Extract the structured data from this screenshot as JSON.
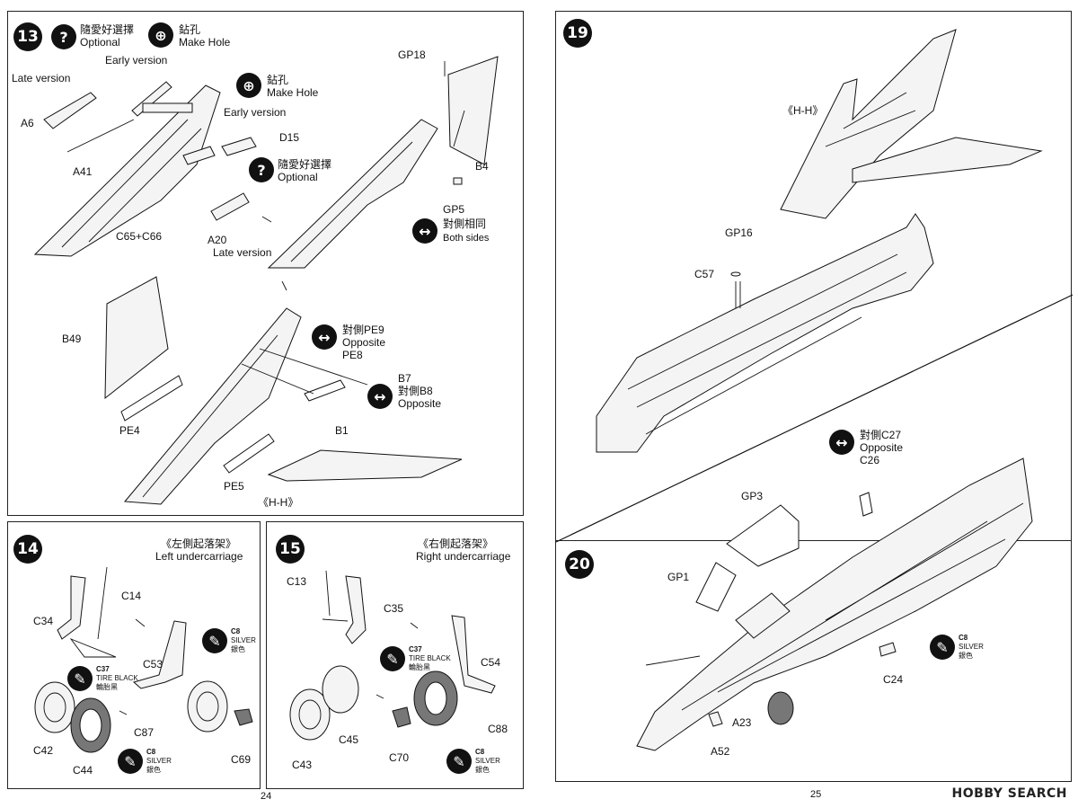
{
  "steps": {
    "s13": {
      "number": "13",
      "optional_1_zh": "隨愛好選擇",
      "optional_1_en": "Optional",
      "make_hole_1_zh": "鉆孔",
      "make_hole_1_en": "Make Hole",
      "make_hole_2_zh": "鉆孔",
      "make_hole_2_en": "Make Hole",
      "early_version_1": "Early version",
      "early_version_2": "Early version",
      "late_version_1": "Late version",
      "late_version_2": "Late version",
      "optional_2_zh": "隨愛好選擇",
      "optional_2_en": "Optional",
      "both_sides_zh": "對側相同",
      "both_sides_en": "Both sides",
      "opp1_zh": "對側PE9",
      "opp1_en": "Opposite",
      "opp2_zh": "對側B8",
      "opp2_en": "Opposite",
      "parts": {
        "a6": "A6",
        "a41": "A41",
        "c65": "C65+C66",
        "d15": "D15",
        "a20": "A20",
        "gp18": "GP18",
        "b4": "B4",
        "gp5": "GP5",
        "b49": "B49",
        "pe4": "PE4",
        "pe5": "PE5",
        "pe8": "PE8",
        "b7": "B7",
        "b1": "B1"
      },
      "view": "《H-H》"
    },
    "s14": {
      "number": "14",
      "title_zh": "《左側起落架》",
      "title_en": "Left undercarriage",
      "parts": {
        "c14": "C14",
        "c34": "C34",
        "c53": "C53",
        "c87": "C87",
        "c42": "C42",
        "c44": "C44",
        "c69": "C69"
      },
      "paint_c37": "C37",
      "paint_c37_en": "TIRE BLACK",
      "paint_c37_zh": "輪胎黑",
      "paint_c8": "C8",
      "paint_c8_en": "SILVER",
      "paint_c8_zh": "銀色",
      "paint_c8b": "C8",
      "paint_c8b_en": "SILVER",
      "paint_c8b_zh": "銀色"
    },
    "s15": {
      "number": "15",
      "title_zh": "《右側起落架》",
      "title_en": "Right undercarriage",
      "parts": {
        "c13": "C13",
        "c35": "C35",
        "c54": "C54",
        "c88": "C88",
        "c43": "C43",
        "c45": "C45",
        "c70": "C70"
      },
      "paint_c37": "C37",
      "paint_c37_en": "TIRE BLACK",
      "paint_c37_zh": "輪胎黑",
      "paint_c8": "C8",
      "paint_c8_en": "SILVER",
      "paint_c8_zh": "銀色"
    },
    "s19": {
      "number": "19",
      "view": "《H-H》",
      "parts": {
        "gp16": "GP16",
        "c57": "C57"
      }
    },
    "s20": {
      "number": "20",
      "opp_zh": "對側C27",
      "opp_en": "Opposite",
      "parts": {
        "c26": "C26",
        "gp3": "GP3",
        "gp1": "GP1",
        "c24": "C24",
        "a23": "A23",
        "a52": "A52"
      },
      "paint_c8": "C8",
      "paint_c8_en": "SILVER",
      "paint_c8_zh": "銀色"
    }
  },
  "page_numbers": {
    "left": "24",
    "right": "25"
  },
  "watermark": "HOBBY SEARCH"
}
